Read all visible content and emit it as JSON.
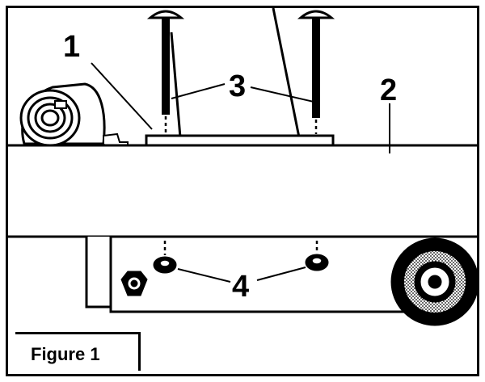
{
  "figure": {
    "caption": "Figure 1"
  },
  "callouts": {
    "item1": "1",
    "item2": "2",
    "item3": "3",
    "item4": "4"
  }
}
